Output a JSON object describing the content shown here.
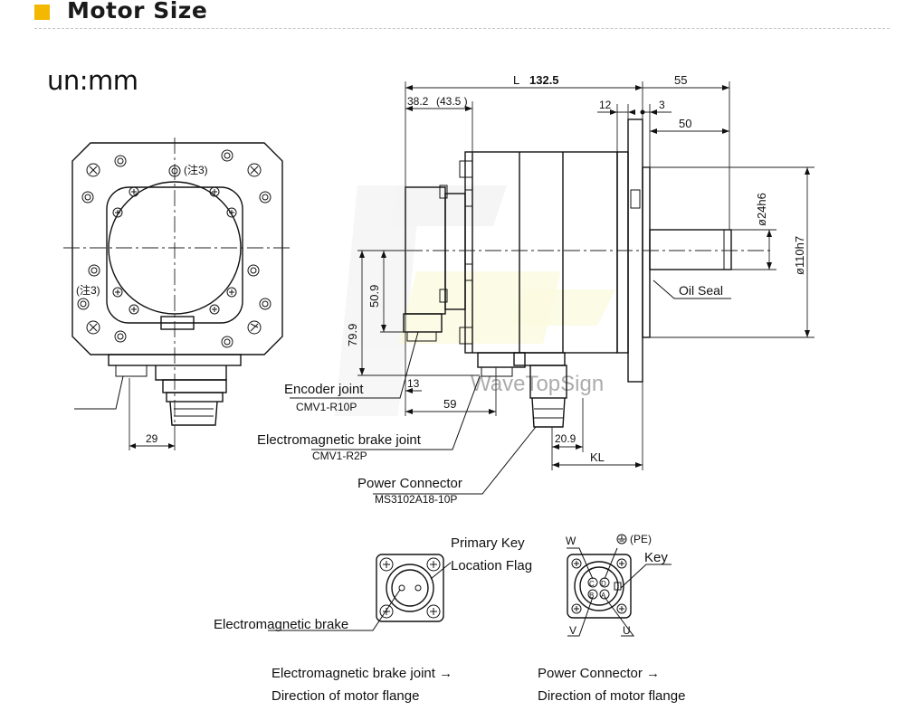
{
  "header": {
    "title": "Motor Size",
    "accent_color": "#f5b800"
  },
  "unit_label": "un:mm",
  "watermark": "WaveTopSign",
  "front_view": {
    "note_top": "(注3)",
    "note_left": "(注3)",
    "dim_bottom": "29"
  },
  "side_view": {
    "dim_L_prefix": "L",
    "dim_L_value": "132.5",
    "dim_55": "55",
    "dim_38": "38.2",
    "dim_43": "(43.5 )",
    "dim_12": "12",
    "dim_3": "3",
    "dim_50": "50",
    "dim_shaft_dia": "ø24h6",
    "dim_flange_dia": "ø110h7",
    "dim_50_9": "50.9",
    "dim_79_9": "79.9",
    "dim_13": "13",
    "dim_59": "59",
    "dim_20_9": "20.9",
    "dim_KL": "KL",
    "oil_seal": "Oil Seal"
  },
  "callouts": {
    "encoder_title": "Encoder joint",
    "encoder_part": "CMV1-R10P",
    "brake_title": "Electromagnetic brake joint",
    "brake_part": "CMV1-R2P",
    "power_title": "Power Connector",
    "power_part": "MS3102A18-10P"
  },
  "brake_connector": {
    "label_primary_key": "Primary Key",
    "label_location_flag": "Location Flag",
    "label_brake": "Electromagnetic brake",
    "caption_line1": "Electromagnetic brake joint →",
    "caption_line2": "Direction of motor flange"
  },
  "power_connector": {
    "pin_w": "W",
    "pin_pe": "(PE)",
    "pin_key": "Key",
    "pin_v": "V",
    "pin_u": "U",
    "pin_c": "C",
    "pin_d": "D",
    "pin_b": "B",
    "pin_a": "A",
    "caption_line1": "Power Connector →",
    "caption_line2": "Direction of motor flange"
  }
}
